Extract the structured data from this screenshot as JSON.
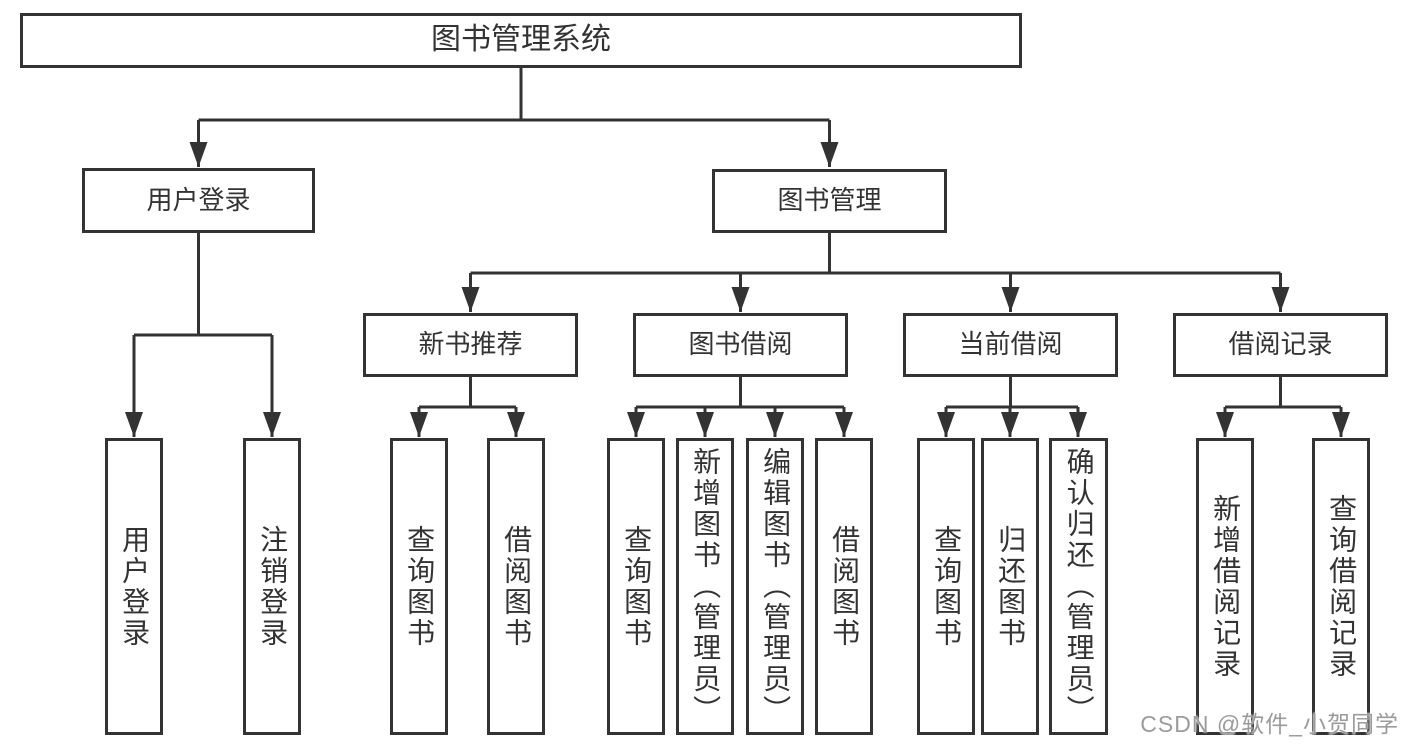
{
  "colors": {
    "line": "#333333",
    "text": "#333333",
    "background": "#ffffff",
    "watermark": "#9b9b9b"
  },
  "tree": {
    "label": "图书管理系统",
    "children": [
      {
        "label": "用户登录",
        "children": [
          {
            "label": "用户登录"
          },
          {
            "label": "注销登录"
          }
        ]
      },
      {
        "label": "图书管理",
        "children": [
          {
            "label": "新书推荐",
            "children": [
              {
                "label": "查询图书"
              },
              {
                "label": "借阅图书"
              }
            ]
          },
          {
            "label": "图书借阅",
            "children": [
              {
                "label": "查询图书"
              },
              {
                "label": "新增图书（管理员）"
              },
              {
                "label": "编辑图书（管理员）"
              },
              {
                "label": "借阅图书"
              }
            ]
          },
          {
            "label": "当前借阅",
            "children": [
              {
                "label": "查询图书"
              },
              {
                "label": "归还图书"
              },
              {
                "label": "确认归还（管理员）"
              }
            ]
          },
          {
            "label": "借阅记录",
            "children": [
              {
                "label": "新增借阅记录"
              },
              {
                "label": "查询借阅记录"
              }
            ]
          }
        ]
      }
    ]
  },
  "watermark": {
    "text": "CSDN @软件_小贺同学"
  }
}
